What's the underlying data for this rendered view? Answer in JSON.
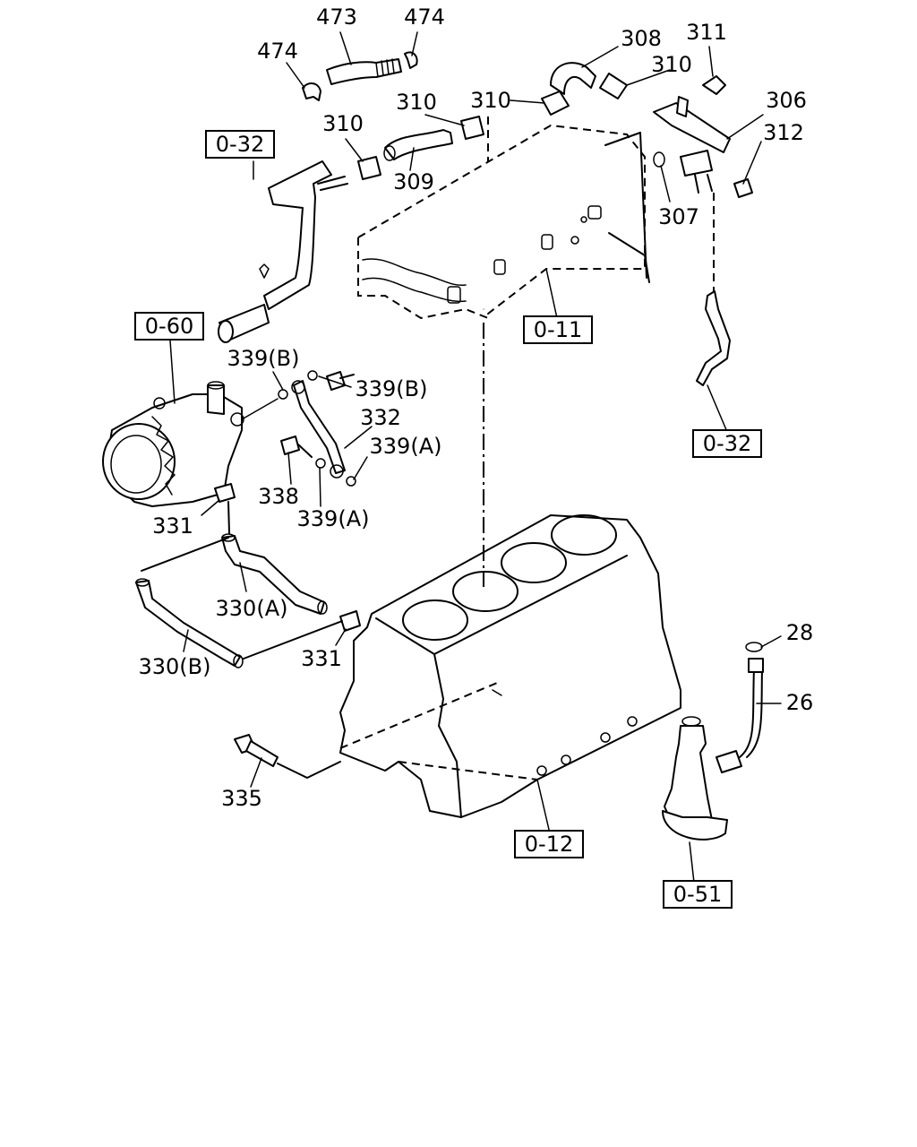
{
  "diagram": {
    "part_labels": {
      "p473": "473",
      "p474_left": "474",
      "p474_right": "474",
      "p308": "308",
      "p311": "311",
      "p310_top_right": "310",
      "p310_mid": "310",
      "p310_left": "310",
      "p310_center": "310",
      "p306": "306",
      "p312": "312",
      "p309": "309",
      "p307": "307",
      "p339B_top": "339(B)",
      "p339B_right": "339(B)",
      "p332": "332",
      "p339A_right": "339(A)",
      "p339A_bottom": "339(A)",
      "p338": "338",
      "p331_left": "331",
      "p331_right": "331",
      "p330A": "330(A)",
      "p330B": "330(B)",
      "p335": "335",
      "p28": "28",
      "p26": "26"
    },
    "ref_boxes": {
      "r032_top": "0-32",
      "r060": "0-60",
      "r011": "0-11",
      "r032_right": "0-32",
      "r012": "0-12",
      "r051": "0-51"
    }
  }
}
